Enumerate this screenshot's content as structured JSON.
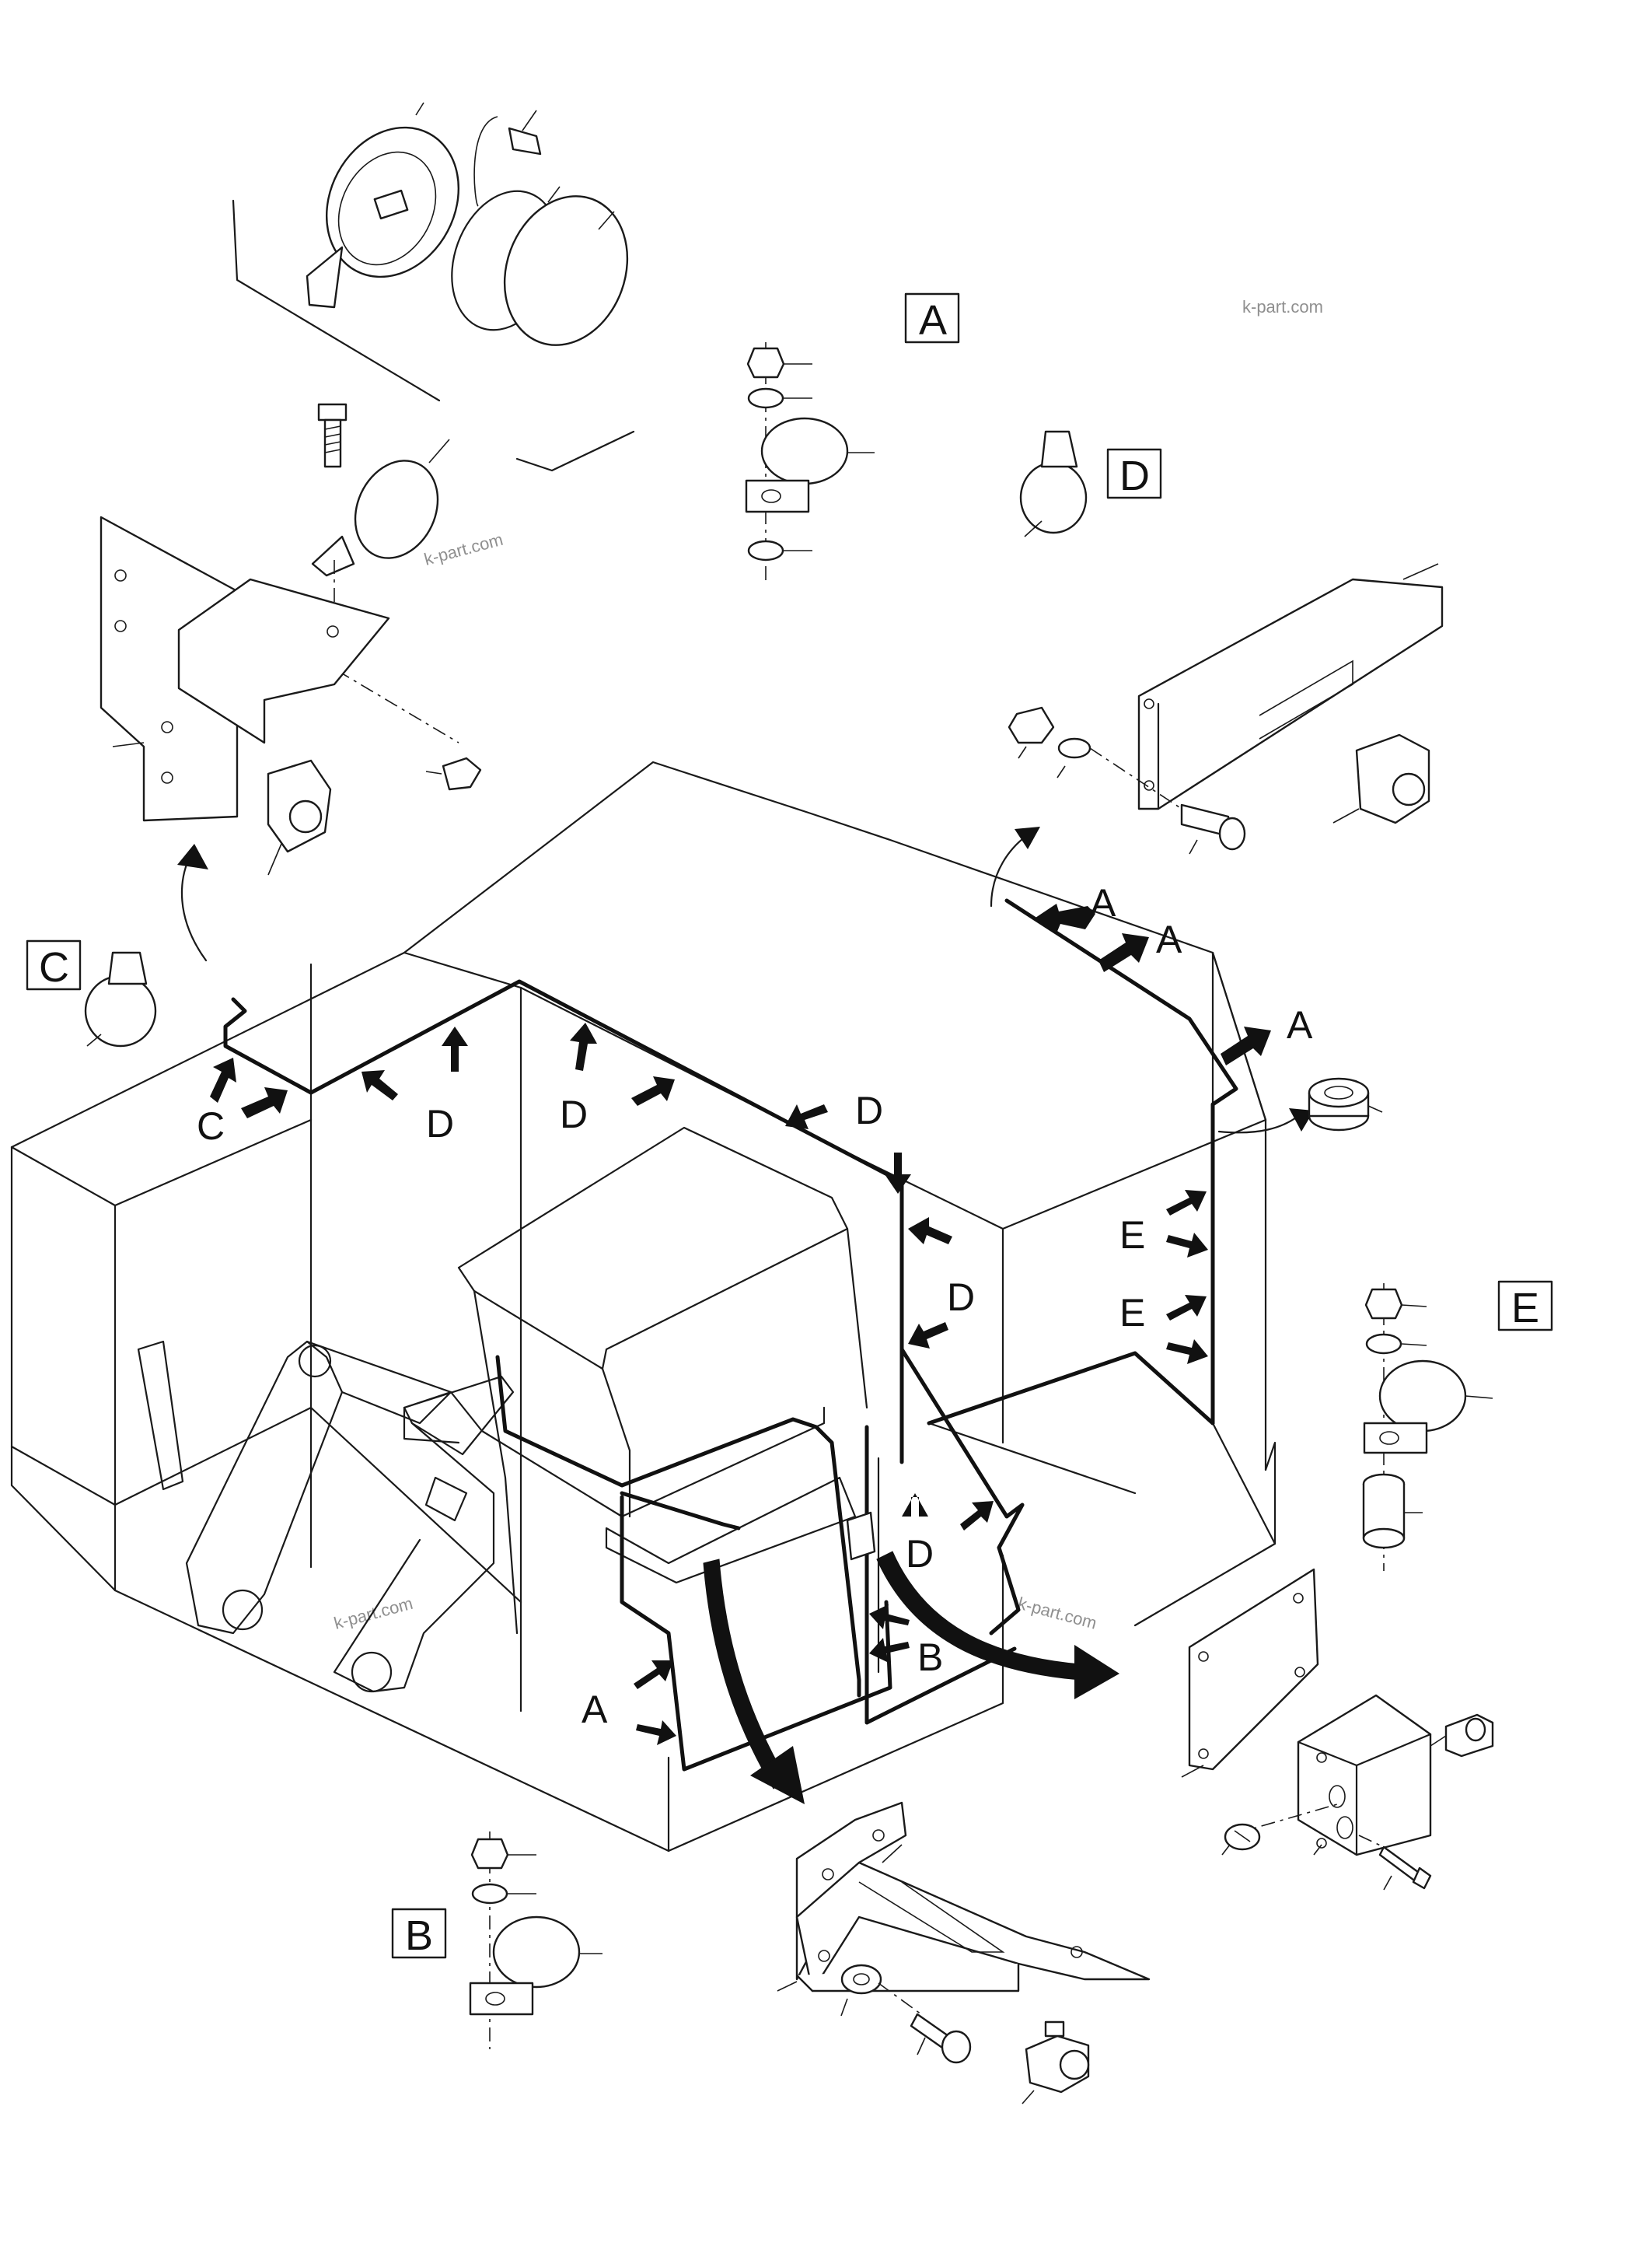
{
  "watermarks": [
    "k-part.com",
    "k-part.com",
    "k-part.com",
    "k-part.com"
  ],
  "detail_boxes": [
    "A",
    "B",
    "C",
    "D",
    "E"
  ],
  "route_labels": {
    "a1": "A",
    "a2": "A",
    "a3": "A",
    "a4": "A",
    "b1": "B",
    "c1": "C",
    "d1": "D",
    "d2": "D",
    "d3": "D",
    "d4": "D",
    "d5": "D",
    "e1": "E",
    "e2": "E"
  }
}
